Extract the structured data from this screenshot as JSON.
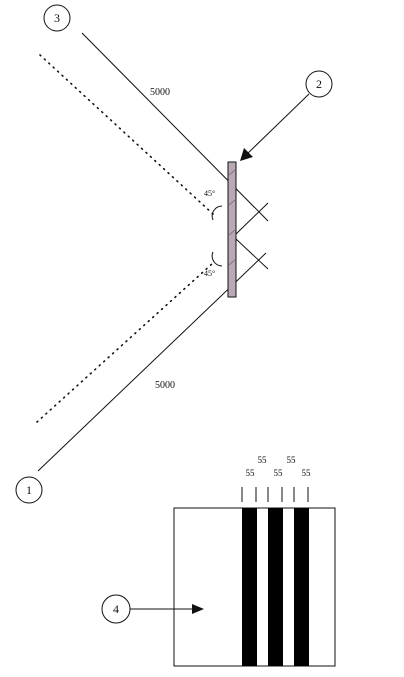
{
  "callouts": {
    "one": "1",
    "two": "2",
    "three": "3",
    "four": "4"
  },
  "dimensions": {
    "upper": "5000",
    "lower": "5000"
  },
  "angles": {
    "upper": "45°",
    "lower": "45°"
  },
  "grating": {
    "top_labels": [
      "55",
      "55"
    ],
    "bottom_labels": [
      "55",
      "55",
      "55"
    ]
  },
  "colors": {
    "stroke": "#111111",
    "mirror_fill": "#b8a9b4",
    "bar_fill": "#000000",
    "background": "#ffffff"
  }
}
